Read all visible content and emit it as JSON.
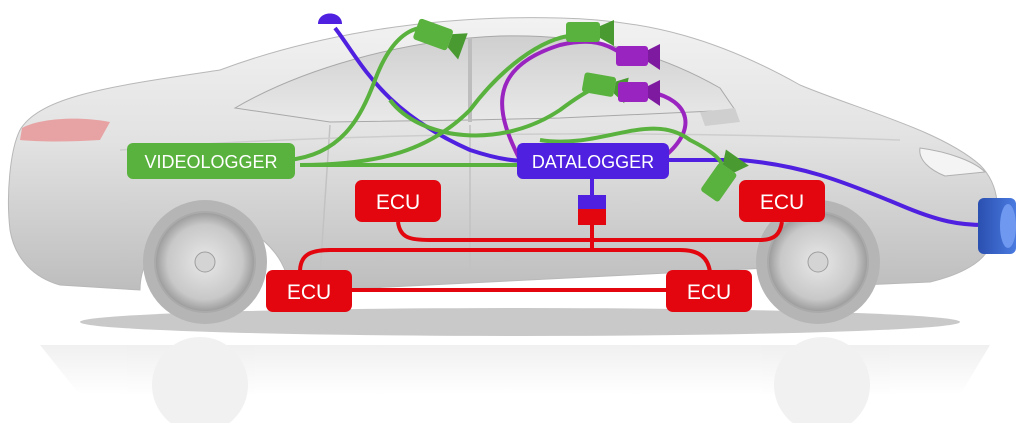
{
  "labels": {
    "videologger": "VIDEOLOGGER",
    "datalogger": "DATALOGGER",
    "ecu_front_left": "ECU",
    "ecu_front_right": "ECU",
    "ecu_rear_left": "ECU",
    "ecu_rear_right": "ECU"
  },
  "colors": {
    "videologger": "#5ab23e",
    "datalogger": "#5020e0",
    "ecu": "#e3060f",
    "camera_green": "#5ab23e",
    "camera_purple": "#9a24c0",
    "car_body": "#d9d9d9"
  },
  "icons": {
    "camera": "video-camera-icon",
    "antenna": "antenna-icon",
    "connector": "connector-icon",
    "sensor": "sensor-icon"
  }
}
